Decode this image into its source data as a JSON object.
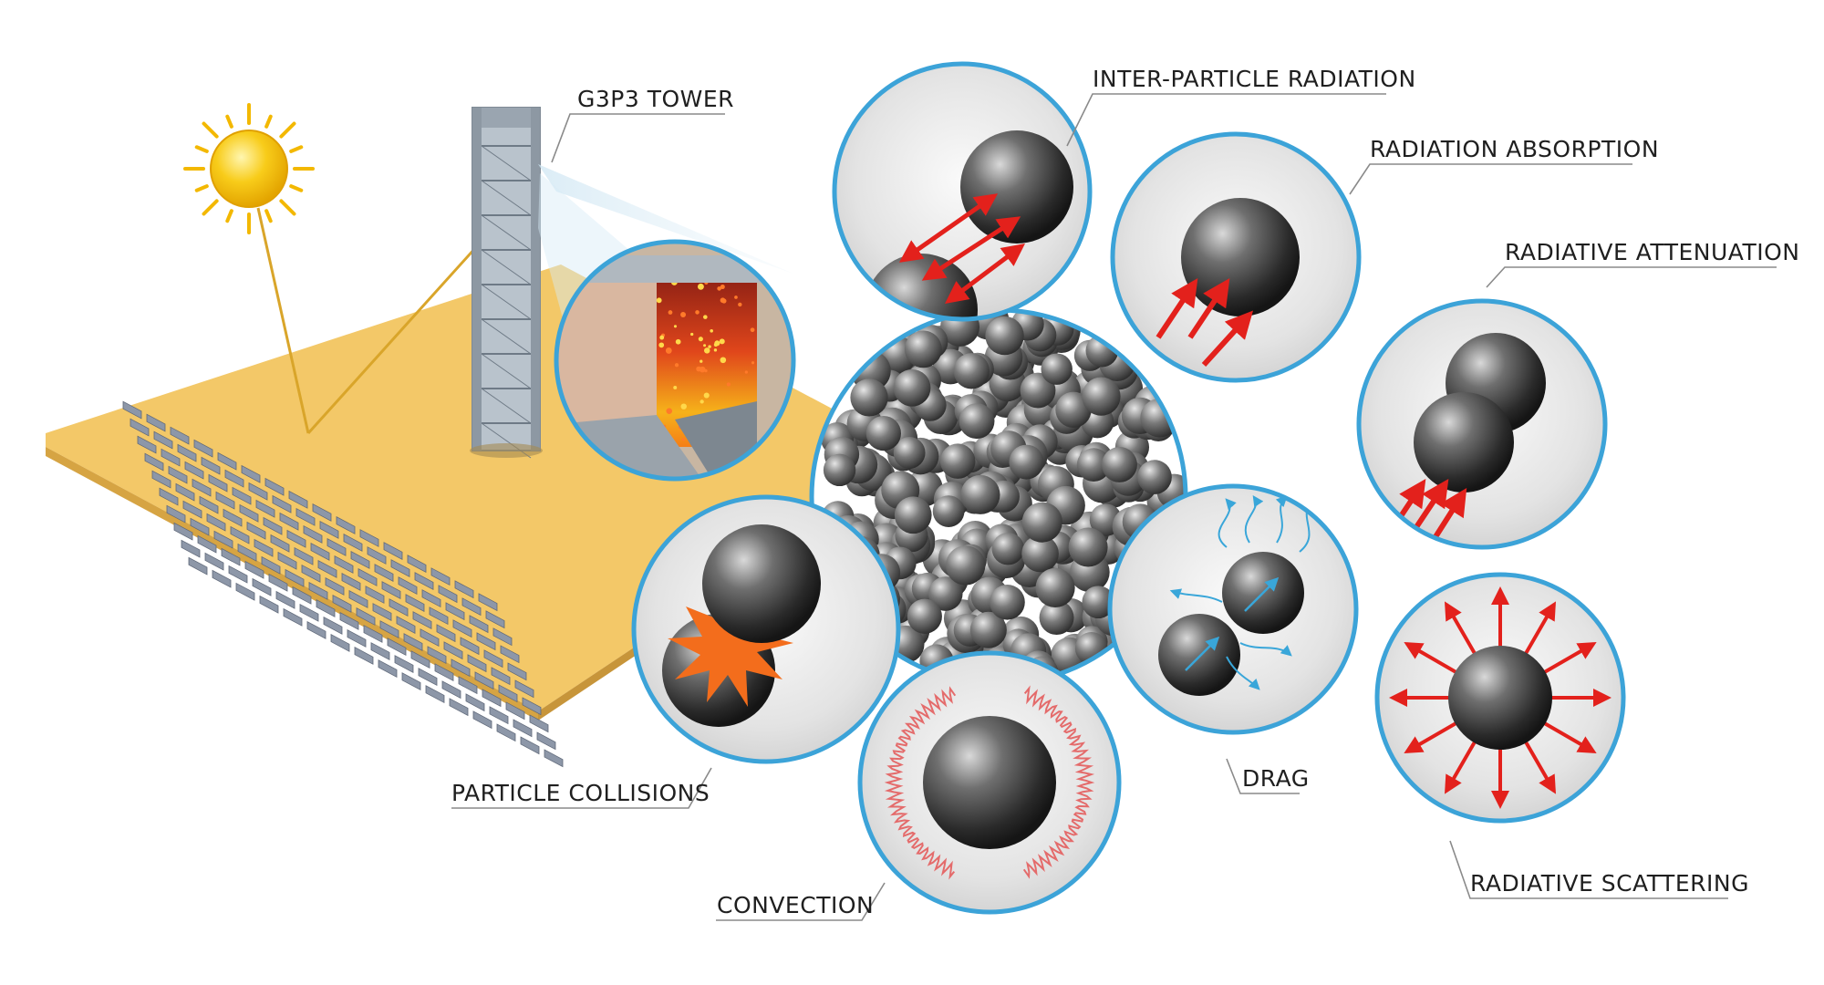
{
  "labels": {
    "tower": "G3P3 TOWER",
    "inter_particle_radiation": "INTER-PARTICLE RADIATION",
    "radiation_absorption": "RADIATION ABSORPTION",
    "radiative_attenuation": "RADIATIVE ATTENUATION",
    "particle_collisions": "PARTICLE COLLISIONS",
    "convection": "CONVECTION",
    "drag": "DRAG",
    "radiative_scattering": "RADIATIVE SCATTERING"
  },
  "colors": {
    "ground": "#f3c868",
    "ground_edge": "#d6a443",
    "sun": "#f8c400",
    "ring": "#3ca3d8",
    "arrow": "#e3211c",
    "flow": "#39a6d9",
    "convection_coil": "#e46b6b",
    "collision_burst": "#f36d1c"
  }
}
